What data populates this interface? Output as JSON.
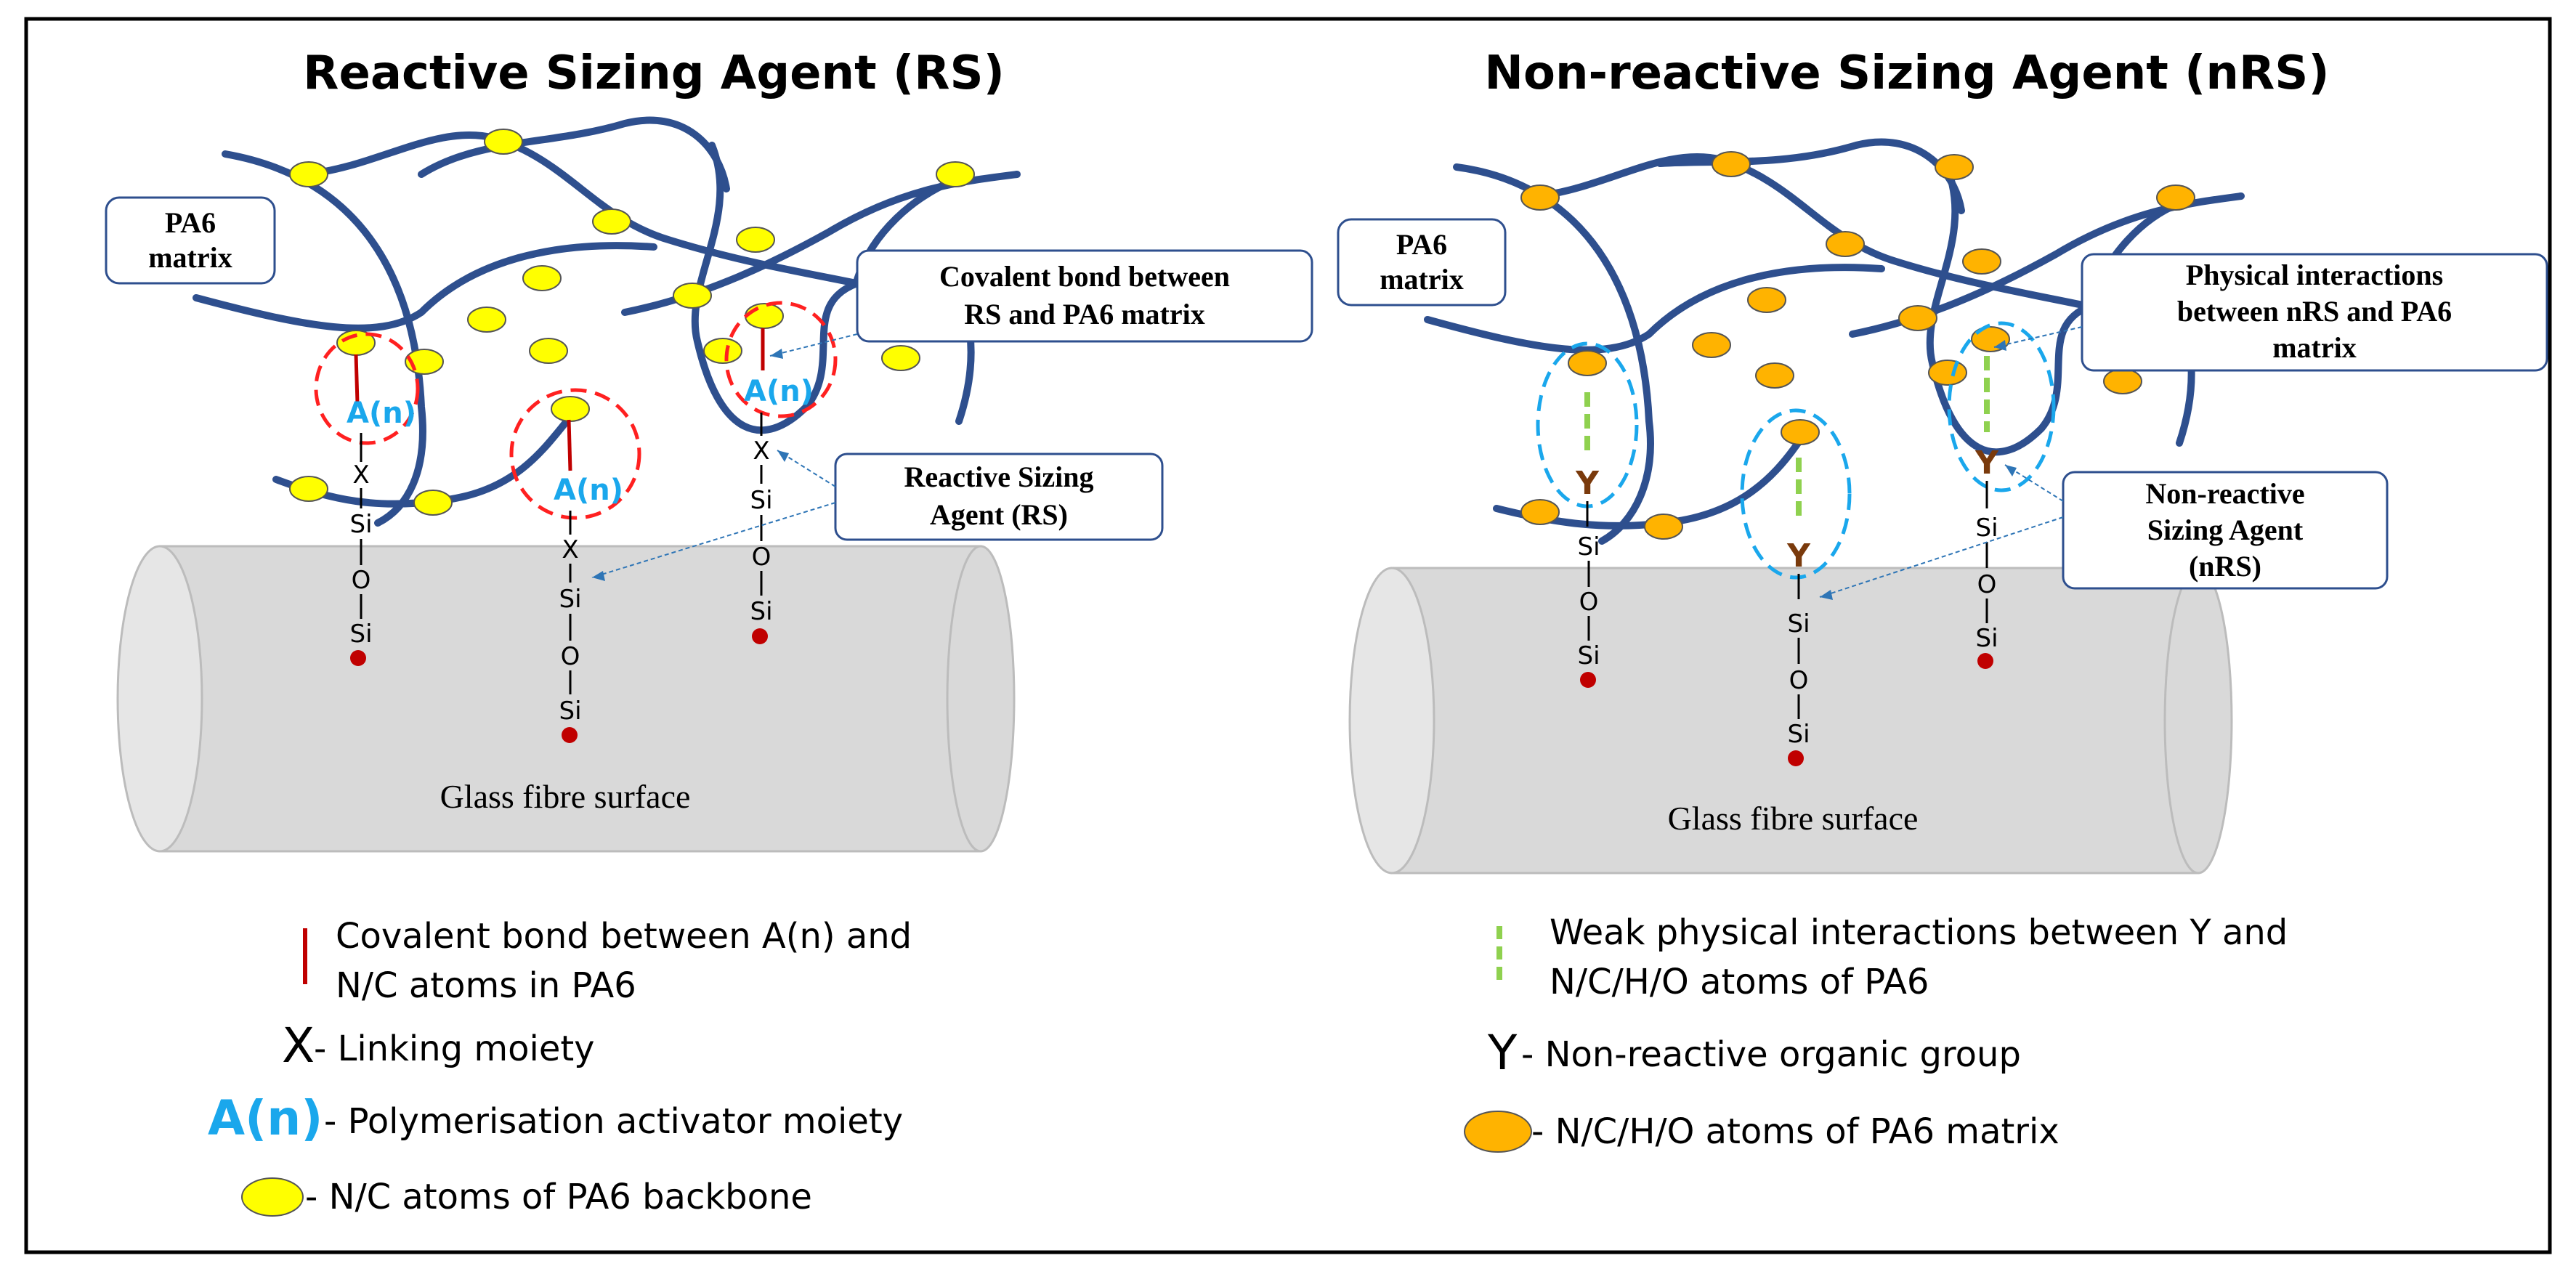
{
  "panels": {
    "rs": {
      "title": "Reactive Sizing Agent (RS)",
      "pa6_label_line1": "PA6",
      "pa6_label_line2": "matrix",
      "covalent_callout_line1": "Covalent bond between",
      "covalent_callout_line2": "RS and PA6 matrix",
      "agent_callout_line1": "Reactive Sizing",
      "agent_callout_line2": "Agent (RS)",
      "surface_label": "Glass fibre surface",
      "activator_label": "A(n)",
      "linker_label": "X",
      "si_label": "Si",
      "o_label": "O",
      "legend": {
        "bond_line1": "Covalent bond between A(n) and",
        "bond_line2": "N/C atoms in PA6",
        "x_symbol": "X",
        "x_text": "- Linking moiety",
        "a_symbol": "A(n)",
        "a_text": "- Polymerisation activator moiety",
        "atom_text": "- N/C atoms of PA6 backbone"
      }
    },
    "nrs": {
      "title": "Non-reactive Sizing Agent (nRS)",
      "pa6_label_line1": "PA6",
      "pa6_label_line2": "matrix",
      "physical_callout_line1": "Physical interactions",
      "physical_callout_line2": "between nRS and PA6",
      "physical_callout_line3": "matrix",
      "agent_callout_line1": "Non-reactive",
      "agent_callout_line2": "Sizing Agent",
      "agent_callout_line3": "(nRS)",
      "surface_label": "Glass fibre surface",
      "group_label": "Y",
      "si_label": "Si",
      "o_label": "O",
      "legend": {
        "weak_line1": "Weak physical interactions between Y and",
        "weak_line2": "N/C/H/O atoms of PA6",
        "y_symbol": "Y",
        "y_text": "- Non-reactive organic group",
        "atom_text": "- N/C/H/O atoms of PA6 matrix"
      }
    }
  },
  "colors": {
    "chain": "#2e4f8e",
    "rs_atom": "#ffff00",
    "nrs_atom": "#ffb300",
    "covalent_bond": "#c00000",
    "weak_bond": "#8fd14f",
    "rs_ring": "#ff2020",
    "nrs_ring": "#1aa7ec",
    "activator": "#1aa7ec",
    "y_group": "#7a3a0c",
    "fibre": "#d9d9d9",
    "anchor": "#c00000"
  }
}
